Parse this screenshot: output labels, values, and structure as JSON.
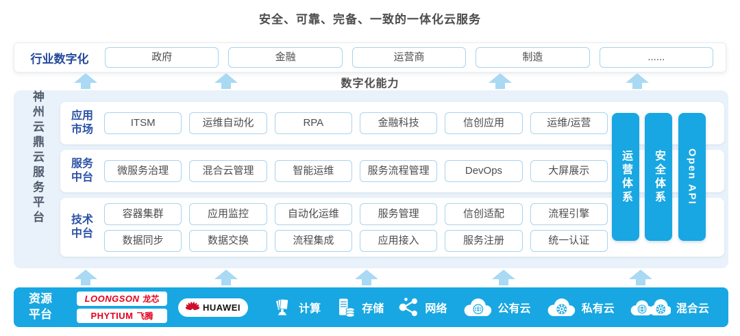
{
  "title": "安全、可靠、完备、一致的一体化云服务",
  "industry": {
    "label": "行业数字化",
    "items": [
      "政府",
      "金融",
      "运营商",
      "制造",
      "......"
    ]
  },
  "capability_label": "数字化能力",
  "platform": {
    "name": "神州云鼎云服务平台",
    "rows": [
      {
        "label1": "应用",
        "label2": "市场",
        "items": [
          "ITSM",
          "运维自动化",
          "RPA",
          "金融科技",
          "信创应用",
          "运维/运营"
        ]
      },
      {
        "label1": "服务",
        "label2": "中台",
        "items": [
          "微服务治理",
          "混合云管理",
          "智能运维",
          "服务流程管理",
          "DevOps",
          "大屏展示"
        ]
      },
      {
        "label1": "技术",
        "label2": "中台",
        "items_top": [
          "容器集群",
          "应用监控",
          "自动化运维",
          "服务管理",
          "信创适配",
          "流程引擎"
        ],
        "items_bottom": [
          "数据同步",
          "数据交换",
          "流程集成",
          "应用接入",
          "服务注册",
          "统一认证"
        ]
      }
    ],
    "pillars": [
      "运营体系",
      "安全体系",
      "Open API"
    ]
  },
  "resource": {
    "label1": "资源",
    "label2": "平台",
    "vendors": [
      {
        "latin": "LOONGSON",
        "cjk": "龙芯"
      },
      {
        "latin": "PHYTIUM",
        "cjk": "飞腾"
      },
      {
        "latin": "HUAWEI"
      }
    ],
    "items": [
      {
        "icon": "compute-icon",
        "label": "计算"
      },
      {
        "icon": "storage-icon",
        "label": "存储"
      },
      {
        "icon": "network-icon",
        "label": "网络"
      },
      {
        "icon": "public-cloud-icon",
        "label": "公有云"
      },
      {
        "icon": "private-cloud-icon",
        "label": "私有云"
      },
      {
        "icon": "hybrid-cloud-icon",
        "label": "混合云"
      }
    ]
  },
  "colors": {
    "accent_blue": "#18A7E2",
    "arrow_blue": "#A9D9F3",
    "panel_bg": "#E9F2FA",
    "box_border": "#A8D3EE",
    "label_blue": "#2B51A6",
    "text_dark": "#4C4C4C",
    "vendor_red": "#E3001B",
    "huawei_red": "#CE0E2D"
  }
}
